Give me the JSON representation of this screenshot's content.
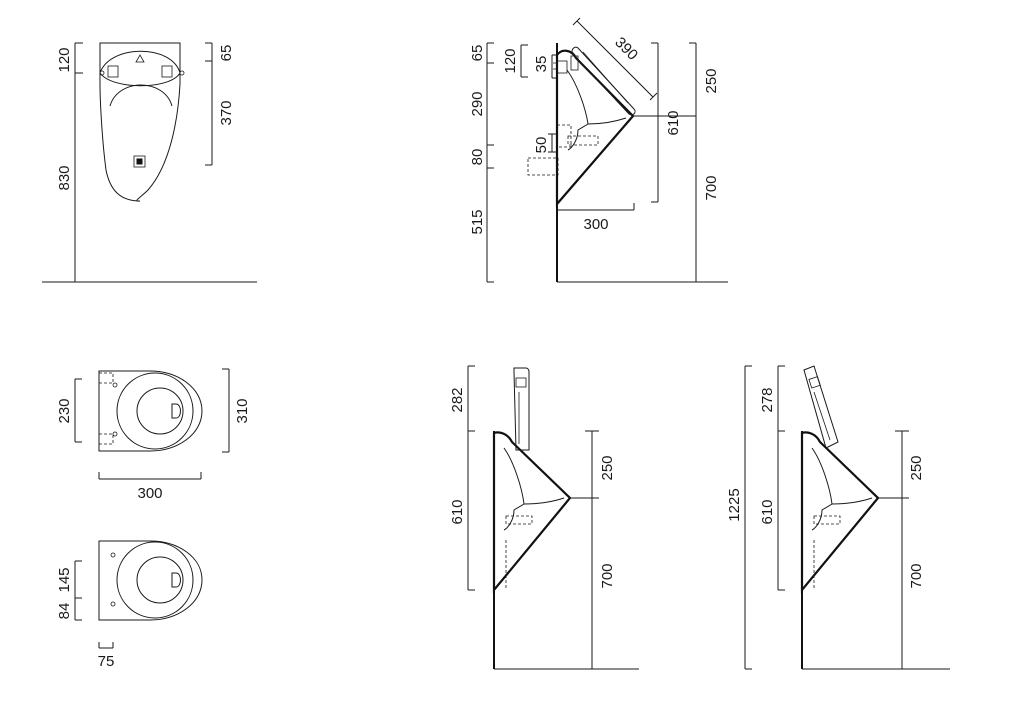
{
  "drawing": {
    "front_view": {
      "dims": {
        "top_height": "120",
        "total_height": "830",
        "right_top": "65",
        "right_span": "370"
      }
    },
    "side_view": {
      "dims": {
        "d65": "65",
        "d120": "120",
        "d35": "35",
        "d290": "290",
        "d50": "50",
        "d80": "80",
        "d515": "515",
        "d300": "300",
        "d390": "390",
        "d610": "610",
        "d250": "250",
        "d700": "700"
      }
    },
    "top_view": {
      "dims": {
        "depth": "230",
        "width": "310",
        "projection": "300"
      }
    },
    "top_view_small": {
      "dims": {
        "d145": "145",
        "d84": "84",
        "d75": "75"
      }
    },
    "side_view_lid_closed": {
      "dims": {
        "d282": "282",
        "d610": "610",
        "d250": "250",
        "d700": "700"
      }
    },
    "side_view_lid_open": {
      "dims": {
        "d1225": "1225",
        "d278": "278",
        "d610": "610",
        "d250": "250",
        "d700": "700"
      }
    }
  }
}
